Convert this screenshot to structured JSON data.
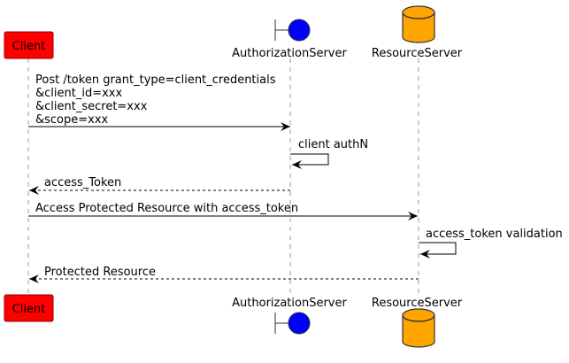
{
  "participants": {
    "client": {
      "label": "Client",
      "color": "#ff0000",
      "kind": "participant"
    },
    "auth": {
      "label": "AuthorizationServer",
      "color": "#0000ff",
      "kind": "boundary"
    },
    "resource": {
      "label": "ResourceServer",
      "color": "#ffa500",
      "kind": "database"
    }
  },
  "messages": [
    {
      "from": "client",
      "to": "auth",
      "style": "solid",
      "lines": [
        "Post /token grant_type=client_credentials",
        "&client_id=xxx",
        "&client_secret=xxx",
        "&scope=xxx"
      ]
    },
    {
      "from": "auth",
      "to": "auth",
      "style": "solid",
      "lines": [
        "client authN"
      ]
    },
    {
      "from": "auth",
      "to": "client",
      "style": "dashed",
      "lines": [
        "access_Token"
      ]
    },
    {
      "from": "client",
      "to": "resource",
      "style": "solid",
      "lines": [
        "Access Protected Resource with access_token"
      ]
    },
    {
      "from": "resource",
      "to": "resource",
      "style": "solid",
      "lines": [
        "access_token validation"
      ]
    },
    {
      "from": "resource",
      "to": "client",
      "style": "dashed",
      "lines": [
        "Protected Resource"
      ]
    }
  ]
}
